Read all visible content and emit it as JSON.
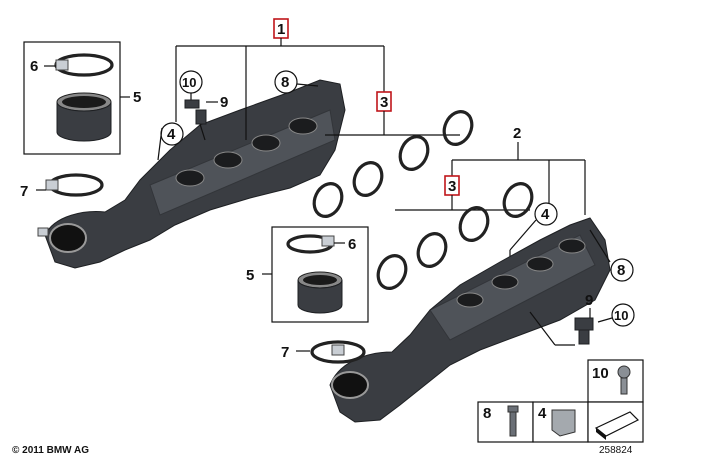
{
  "callouts": {
    "c1": "1",
    "c2": "2",
    "c3a": "3",
    "c3b": "3",
    "c4a": "4",
    "c4b": "4",
    "c5a": "5",
    "c5b": "5",
    "c6a": "6",
    "c6b": "6",
    "c7a": "7",
    "c7b": "7",
    "c8a": "8",
    "c8b": "8",
    "c9a": "9",
    "c9b": "9",
    "c10a": "10",
    "c10b": "10"
  },
  "legend": {
    "l10": "10",
    "l8": "8",
    "l4": "4"
  },
  "footer": {
    "copyright": "© 2011 BMW AG",
    "diagram_id": "258824"
  },
  "colors": {
    "highlight_box": "#c0151a",
    "part_fill": "#3a3d42"
  }
}
